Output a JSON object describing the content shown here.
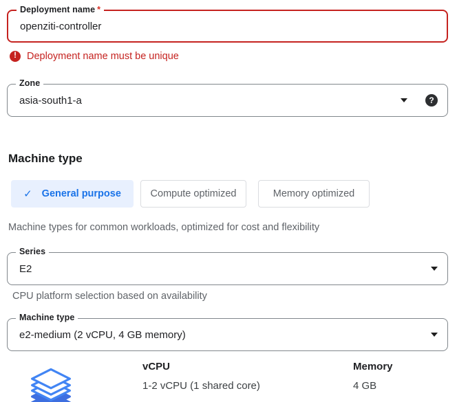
{
  "fields": {
    "deployment_name": {
      "label": "Deployment name",
      "required_marker": "*",
      "value": "openziti-controller",
      "error_message": "Deployment name must be unique"
    },
    "zone": {
      "label": "Zone",
      "value": "asia-south1-a"
    },
    "series": {
      "label": "Series",
      "value": "E2",
      "helper": "CPU platform selection based on availability"
    },
    "machine_type": {
      "label": "Machine type",
      "value": "e2-medium (2 vCPU, 4 GB memory)"
    }
  },
  "section": {
    "heading": "Machine type",
    "tabs": [
      {
        "label": "General purpose",
        "selected": true
      },
      {
        "label": "Compute optimized",
        "selected": false
      },
      {
        "label": "Memory optimized",
        "selected": false
      }
    ],
    "description": "Machine types for common workloads, optimized for cost and flexibility"
  },
  "specs": {
    "vcpu_header": "vCPU",
    "vcpu_value": "1-2 vCPU (1 shared core)",
    "memory_header": "Memory",
    "memory_value": "4 GB"
  },
  "icons": {
    "check_glyph": "✓",
    "help_glyph": "?",
    "error_glyph": "!"
  },
  "colors": {
    "accent_blue": "#1a73e8",
    "selected_tab_bg": "#e8f0fe",
    "error_red": "#c5221f",
    "icon_outline_blue": "#4285f4",
    "icon_fill_blue": "#3e6fe0",
    "text_gray": "#5f6368",
    "text_dark": "#202124"
  }
}
